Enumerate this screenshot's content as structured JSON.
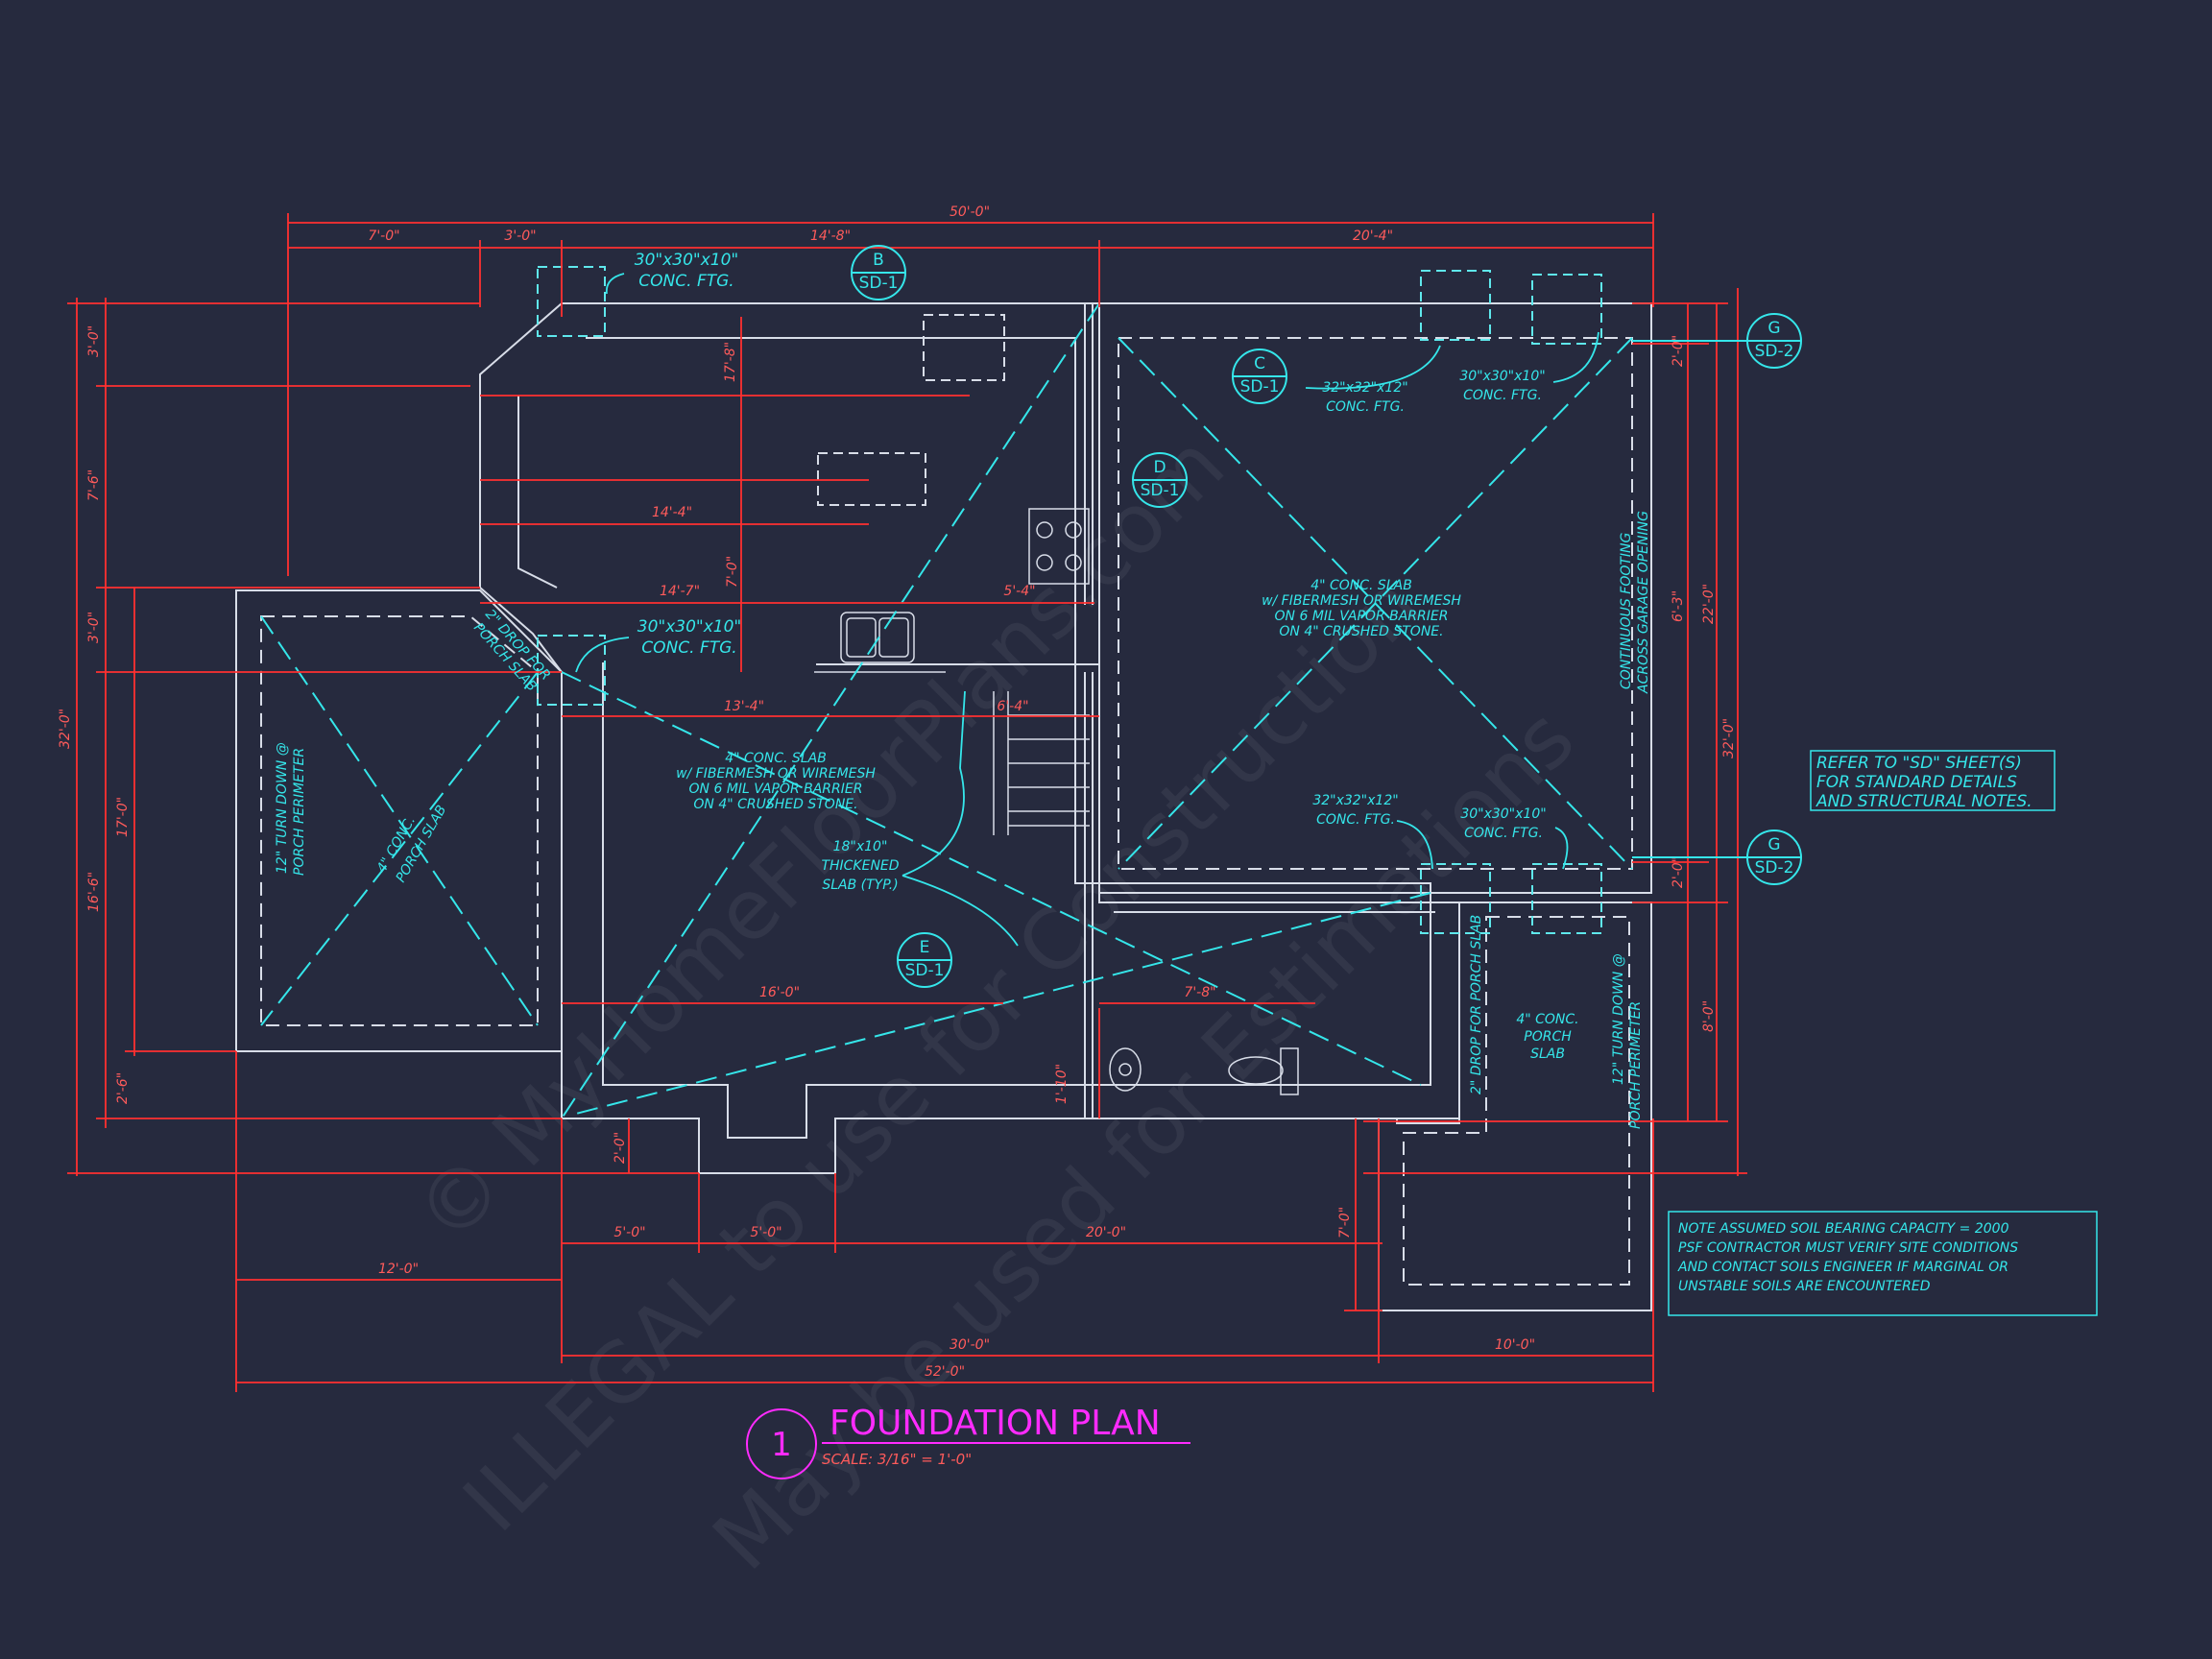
{
  "colors": {
    "background": "#262a3e",
    "dimension": "#ff3030",
    "annotation": "#35e6ea",
    "wall": "#d8dde8",
    "title": "#ff2bff"
  },
  "title": {
    "number": "1",
    "name": "FOUNDATION PLAN",
    "scale": "SCALE: 3/16\" = 1'-0\""
  },
  "watermark": {
    "line1": "© MyHomeFloorPlans.com",
    "line2": "ILLEGAL to use for Construction",
    "line3": "May be used for Estimations"
  },
  "notes": {
    "refer": [
      "REFER TO \"SD\" SHEET(S)",
      "FOR STANDARD DETAILS",
      "AND STRUCTURAL NOTES."
    ],
    "soil": [
      "NOTE ASSUMED SOIL BEARING CAPACITY = 2000",
      "PSF CONTRACTOR MUST VERIFY SITE CONDITIONS",
      "AND CONTACT SOILS ENGINEER IF MARGINAL OR",
      "UNSTABLE SOILS ARE ENCOUNTERED"
    ]
  },
  "callouts": {
    "ftg_30": [
      "30\"x30\"x10\"",
      "CONC. FTG."
    ],
    "ftg_32": [
      "32\"x32\"x12\"",
      "CONC. FTG."
    ],
    "slab": [
      "4\" CONC. SLAB",
      "w/ FIBERMESH OR WIREMESH",
      "ON 6 MIL VAPOR BARRIER",
      "ON 4\" CRUSHED STONE."
    ],
    "thickened": [
      "18\"x10\"",
      "THICKENED",
      "SLAB (TYP.)"
    ],
    "porch_slab": [
      "4\" CONC.",
      "PORCH",
      "SLAB"
    ],
    "porch_slab_rot": [
      "4\" CONC.",
      "PORCH SLAB"
    ],
    "turn_down": [
      "12\" TURN DOWN @",
      "PORCH PERIMETER"
    ],
    "drop_porch": "2\" DROP FOR PORCH SLAB",
    "drop_porch_2": [
      "2\" DROP FOR",
      "PORCH SLAB"
    ],
    "garage_ftg": [
      "CONTINUOUS FOOTING",
      "ACROSS GARAGE OPENING"
    ]
  },
  "section_tags": {
    "B": {
      "letter": "B",
      "sheet": "SD-1"
    },
    "C": {
      "letter": "C",
      "sheet": "SD-1"
    },
    "D": {
      "letter": "D",
      "sheet": "SD-1"
    },
    "E": {
      "letter": "E",
      "sheet": "SD-1"
    },
    "G1": {
      "letter": "G",
      "sheet": "SD-2"
    },
    "G2": {
      "letter": "G",
      "sheet": "SD-2"
    }
  },
  "dimensions": {
    "top_overall": "50'-0\"",
    "top_a": "7'-0\"",
    "top_b": "3'-0\"",
    "top_c": "14'-8\"",
    "top_d": "20'-4\"",
    "in_17_8": "17'-8\"",
    "in_14_4": "14'-4\"",
    "in_14_7": "14'-7\"",
    "in_5_4": "5'-4\"",
    "in_13_4": "13'-4\"",
    "in_6_4": "6'-4\"",
    "in_16_0": "16'-0\"",
    "in_7_8": "7'-8\"",
    "v_8_0": "8'-0\"",
    "v_7_0": "7'-0\"",
    "v_1_10": "1'-10\"",
    "left_overall": "32'-0\"",
    "left_3_0a": "3'-0\"",
    "left_7_6": "7'-6\"",
    "left_3_0b": "3'-0\"",
    "left_17_0": "17'-0\"",
    "left_16_6": "16'-6\"",
    "left_2_6": "2'-6\"",
    "right_overall": "32'-0\"",
    "right_22_0": "22'-0\"",
    "right_8_0": "8'-0\"",
    "right_2_0a": "2'-0\"",
    "right_6_3": "6'-3\"",
    "right_2_0b": "2'-0\"",
    "bot_2_0": "2'-0\"",
    "bot_7_0": "7'-0\"",
    "bot_5_0a": "5'-0\"",
    "bot_5_0b": "5'-0\"",
    "bot_20_0": "20'-0\"",
    "bot_12_0": "12'-0\"",
    "bot_30_0": "30'-0\"",
    "bot_10_0": "10'-0\"",
    "bot_52_0": "52'-0\""
  }
}
